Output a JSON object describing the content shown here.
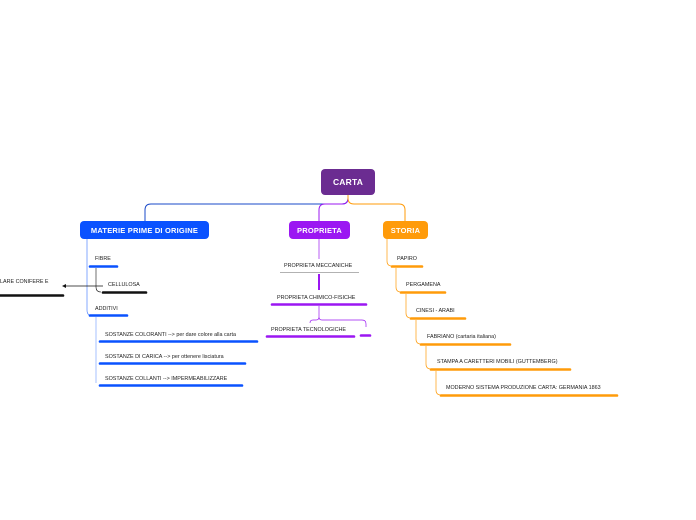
{
  "root": {
    "label": "CARTA",
    "color": "#6b2c91"
  },
  "branches": {
    "materie": {
      "label": "MATERIE PRIME DI ORIGINE",
      "color": "#0a52ff",
      "fibre": "FIBRE",
      "cellulosa": "CELLULOSA",
      "cellulosa_child": "LARE CONIFERE E",
      "additivi": "ADDITIVI",
      "additivi_items": [
        "SOSTANZE COLORANTI --> per dare colore alla carta",
        "SOSTANZE DI CARICA --> per ottenere lisciatura",
        "SOSTANZE COLLANTI --> IMPERMEABILIZZARE"
      ]
    },
    "proprieta": {
      "label": "PROPRIETA",
      "color": "#9b17f2",
      "items": [
        "PROPRIETA MECCANICHE",
        "PROPRIETA CHIMICO-FISICHE",
        "PROPRIETA TECNOLOGICHE"
      ]
    },
    "storia": {
      "label": "STORIA",
      "color": "#ff9b0a",
      "items": [
        "PAPIRO",
        "PERGAMENA",
        "CINESI - ARABI",
        "FABRIANO (cartaria italiana)",
        "STAMPA A CARETTERI MOBILI (GUTTEMBERG)",
        "MODERNO SISTEMA PRODUZIONE CARTA: GERMANIA 1863"
      ]
    }
  }
}
